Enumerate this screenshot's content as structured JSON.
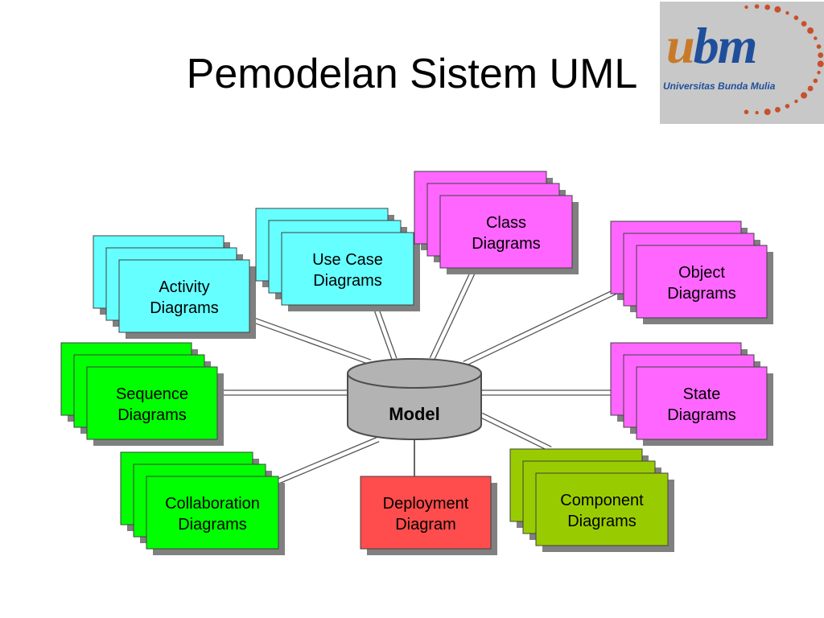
{
  "page": {
    "title": "Pemodelan Sistem UML"
  },
  "logo": {
    "letter_u": "u",
    "letters_bm": "bm",
    "subtitle": "Universitas Bunda Mulia"
  },
  "colors": {
    "cyan": "#66ffff",
    "magenta": "#ff66ff",
    "green": "#00ff00",
    "olive": "#99cc00",
    "red": "#ff4c4c",
    "model": "#b3b3b3"
  },
  "center": {
    "label": "Model"
  },
  "nodes": [
    {
      "id": "activity",
      "line1": "Activity",
      "line2": "Diagrams",
      "color": "#66ffff",
      "stacked": true
    },
    {
      "id": "use-case",
      "line1": "Use Case",
      "line2": "Diagrams",
      "color": "#66ffff",
      "stacked": true
    },
    {
      "id": "class",
      "line1": "Class",
      "line2": "Diagrams",
      "color": "#ff66ff",
      "stacked": true
    },
    {
      "id": "object",
      "line1": "Object",
      "line2": "Diagrams",
      "color": "#ff66ff",
      "stacked": true
    },
    {
      "id": "sequence",
      "line1": "Sequence",
      "line2": "Diagrams",
      "color": "#00ff00",
      "stacked": true
    },
    {
      "id": "state",
      "line1": "State",
      "line2": "Diagrams",
      "color": "#ff66ff",
      "stacked": true
    },
    {
      "id": "collaboration",
      "line1": "Collaboration",
      "line2": "Diagrams",
      "color": "#00ff00",
      "stacked": true
    },
    {
      "id": "deployment",
      "line1": "Deployment",
      "line2": "Diagram",
      "color": "#ff4c4c",
      "stacked": false
    },
    {
      "id": "component",
      "line1": "Component",
      "line2": "Diagrams",
      "color": "#99cc00",
      "stacked": true
    }
  ]
}
